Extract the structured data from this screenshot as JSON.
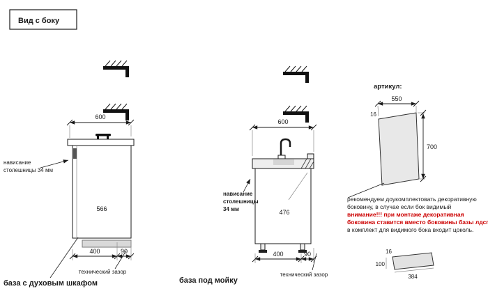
{
  "title": "Вид с боку",
  "colors": {
    "line": "#1a1a1a",
    "warning_text": "#cc0000",
    "panel_fill": "#e8e8e8",
    "plinth_fill": "#d9d9d9"
  },
  "left_cabinet": {
    "caption": "база с духовым шкафом",
    "dim_top": "600",
    "dim_inner": "566",
    "dim_bottom_front": "400",
    "dim_bottom_gap": "90",
    "overhang_line1": "нависание",
    "overhang_line2": "столешницы 34 мм",
    "gap_label": "технический зазор"
  },
  "middle_cabinet": {
    "caption": "база под мойку",
    "dim_top": "600",
    "dim_inner": "476",
    "dim_bottom_front": "400",
    "dim_bottom_gap": "90",
    "overhang_line1": "нависание",
    "overhang_line2": "столешницы",
    "overhang_line3": "34 мм",
    "gap_label": "технический зазор"
  },
  "side_panel": {
    "article_label": "артикул:",
    "dim_width": "550",
    "dim_thickness": "16",
    "dim_height": "700",
    "note_line1": "рекомендуем доукомплектовать декоративную",
    "note_line2": "боковину, в случае если бок видимый",
    "warning_line1": "внимание!!! при монтаже декоративная",
    "warning_line2": "боковина ставится вместо боковины базы лдсп",
    "note_line3": "в комплект для видимого бока входит цоколь.",
    "plinth": {
      "dim_height": "100",
      "dim_thickness": "16",
      "dim_length": "384"
    }
  }
}
